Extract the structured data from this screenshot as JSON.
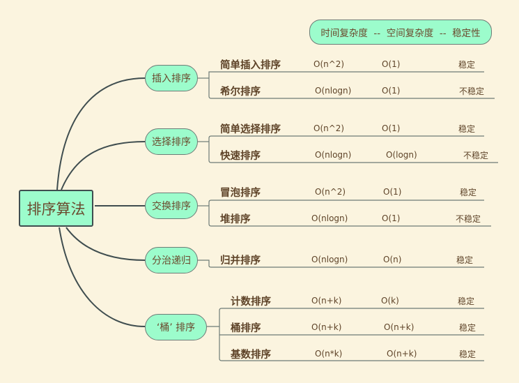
{
  "root": "排序算法",
  "legend": "时间复杂度  --  空间复杂度  --  稳定性",
  "groups": [
    {
      "label": "插入排序",
      "items": [
        {
          "name": "简单插入排序",
          "time": "O(n^2)",
          "space": "O(1)",
          "stable": "稳定"
        },
        {
          "name": "希尔排序",
          "time": "O(nlogn)",
          "space": "O(1)",
          "stable": "不稳定"
        }
      ]
    },
    {
      "label": "选择排序",
      "items": [
        {
          "name": "简单选择排序",
          "time": "O(n^2)",
          "space": "O(1)",
          "stable": "稳定"
        },
        {
          "name": "快速排序",
          "time": "O(nlogn)",
          "space": "O(logn)",
          "stable": "不稳定"
        }
      ]
    },
    {
      "label": "交换排序",
      "items": [
        {
          "name": "冒泡排序",
          "time": "O(n^2)",
          "space": "O(1)",
          "stable": "稳定"
        },
        {
          "name": "堆排序",
          "time": "O(nlogn)",
          "space": "O(1)",
          "stable": "不稳定"
        }
      ]
    },
    {
      "label": "分治递归",
      "items": [
        {
          "name": "归并排序",
          "time": "O(nlogn)",
          "space": "O(n)",
          "stable": "稳定"
        }
      ]
    },
    {
      "label": "‘桶’ 排序",
      "items": [
        {
          "name": "计数排序",
          "time": "O(n+k)",
          "space": "O(k)",
          "stable": "稳定"
        },
        {
          "name": "桶排序",
          "time": "O(n+k)",
          "space": "O(n+k)",
          "stable": "稳定"
        },
        {
          "name": "基数排序",
          "time": "O(n*k)",
          "space": "O(n+k)",
          "stable": "稳定"
        }
      ]
    }
  ]
}
